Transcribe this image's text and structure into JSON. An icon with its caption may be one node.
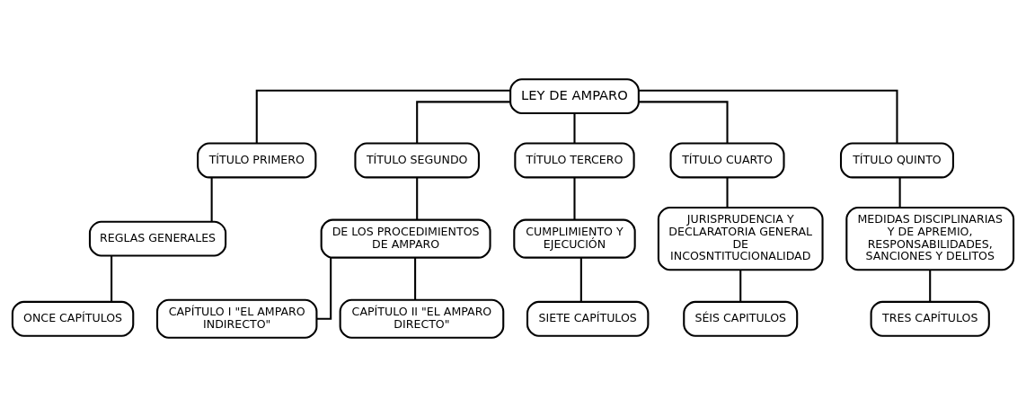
{
  "diagram": {
    "nodes": [
      {
        "text": [
          "LEY DE AMPARO"
        ]
      },
      {
        "text": [
          "TÍTULO PRIMERO"
        ]
      },
      {
        "text": [
          "TÍTULO SEGUNDO"
        ]
      },
      {
        "text": [
          "TÍTULO TERCERO"
        ]
      },
      {
        "text": [
          "TÍTULO CUARTO"
        ]
      },
      {
        "text": [
          "TÍTULO QUINTO"
        ]
      },
      {
        "text": [
          "REGLAS GENERALES"
        ]
      },
      {
        "text": [
          "DE LOS PROCEDIMIENTOS DE AMPARO"
        ]
      },
      {
        "text": [
          "CUMPLIMIENTO Y EJECUCIÓN"
        ]
      },
      {
        "text": [
          "JURISPRUDENCIA Y DECLARATORIA GENERAL DE INCOSNTITUCIONALIDAD"
        ]
      },
      {
        "text": [
          "MEDIDAS DISCIPLINARIAS Y DE APREMIO, RESPONSABILIDADES, SANCIONES Y DELITOS"
        ]
      },
      {
        "text": [
          "ONCE CAPÍTULOS"
        ]
      },
      {
        "text": [
          "CAPÍTULO I \"EL AMPARO INDIRECTO\""
        ]
      },
      {
        "text": [
          "CAPÍTULO II \"EL AMPARO DIRECTO\""
        ]
      },
      {
        "text": [
          "SIETE CAPÍTULOS"
        ]
      },
      {
        "text": [
          "SÉIS CAPITULOS"
        ]
      },
      {
        "text": [
          "TRES CAPÍTULOS"
        ]
      }
    ],
    "edges": [
      {
        "from": 0,
        "to": 1,
        "arrow": "none"
      },
      {
        "from": 0,
        "to": 2,
        "arrow": "none"
      },
      {
        "from": 0,
        "to": 3,
        "arrow": "none"
      },
      {
        "from": 0,
        "to": 4,
        "arrow": "none"
      },
      {
        "from": 0,
        "to": 5,
        "arrow": "none"
      },
      {
        "from": 1,
        "to": 6,
        "arrow": "none"
      },
      {
        "from": 2,
        "to": 7,
        "arrow": "none"
      },
      {
        "from": 3,
        "to": 8,
        "arrow": "none"
      },
      {
        "from": 4,
        "to": 9,
        "arrow": "none"
      },
      {
        "from": 5,
        "to": 10,
        "arrow": "none"
      },
      {
        "from": 6,
        "to": 11,
        "arrow": "none"
      },
      {
        "from": 7,
        "to": 12,
        "arrow": "none"
      },
      {
        "from": 7,
        "to": 13,
        "arrow": "none"
      },
      {
        "from": 8,
        "to": 14,
        "arrow": "none"
      },
      {
        "from": 9,
        "to": 15,
        "arrow": "none"
      },
      {
        "from": 10,
        "to": 16,
        "arrow": "none"
      }
    ]
  }
}
